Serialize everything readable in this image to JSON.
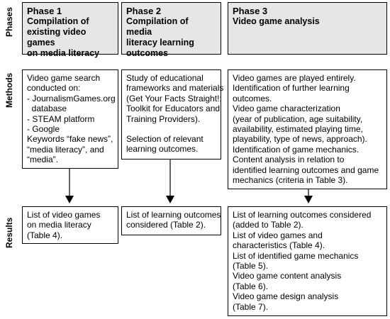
{
  "row_labels": {
    "phases": "Phases",
    "methods": "Methods",
    "results": "Results"
  },
  "phases": [
    {
      "title": "Phase 1",
      "subtitle_lines": [
        "Compilation of",
        "existing video games",
        "on media literacy"
      ],
      "methods_lines": [
        "Video game search",
        "conducted on:",
        "- JournalismGames.org",
        "  database",
        "- STEAM platform",
        "- Google",
        "Keywords “fake news”,",
        "“media literacy”, and",
        "“media”."
      ],
      "results_lines": [
        "List of video games",
        "on media literacy",
        "(Table 4)."
      ]
    },
    {
      "title": "Phase 2",
      "subtitle_lines": [
        "Compilation of media",
        "literacy learning",
        "outcomes"
      ],
      "methods_lines": [
        "Study of educational",
        "frameworks and materials",
        "(Get Your Facts Straight!:",
        "Toolkit for Educators and",
        "Training Providers).",
        "",
        "Selection of relevant",
        "learning outcomes."
      ],
      "results_lines": [
        "List of learning outcomes",
        "considered (Table 2)."
      ]
    },
    {
      "title": "Phase 3",
      "subtitle_lines": [
        "Video game analysis"
      ],
      "methods_lines": [
        "Video games are played entirely.",
        "Identification of further learning",
        "outcomes.",
        "Video game characterization",
        "(year of publication, age suitability,",
        "availability, estimated playing time,",
        "playability, type of news, approach).",
        "Identification of game mechanics.",
        "Content analysis in relation to",
        "identified learning outcomes and game",
        "mechanics (criteria in Table 3)."
      ],
      "results_lines": [
        "List of learning outcomes considered",
        "(added to Table 2).",
        "List of video games and",
        "characteristics (Table 4).",
        "List of identified game mechanics",
        "(Table 5).",
        "Video game content analysis",
        "(Table 6).",
        "Video game design analysis",
        "(Table 7)."
      ]
    }
  ]
}
